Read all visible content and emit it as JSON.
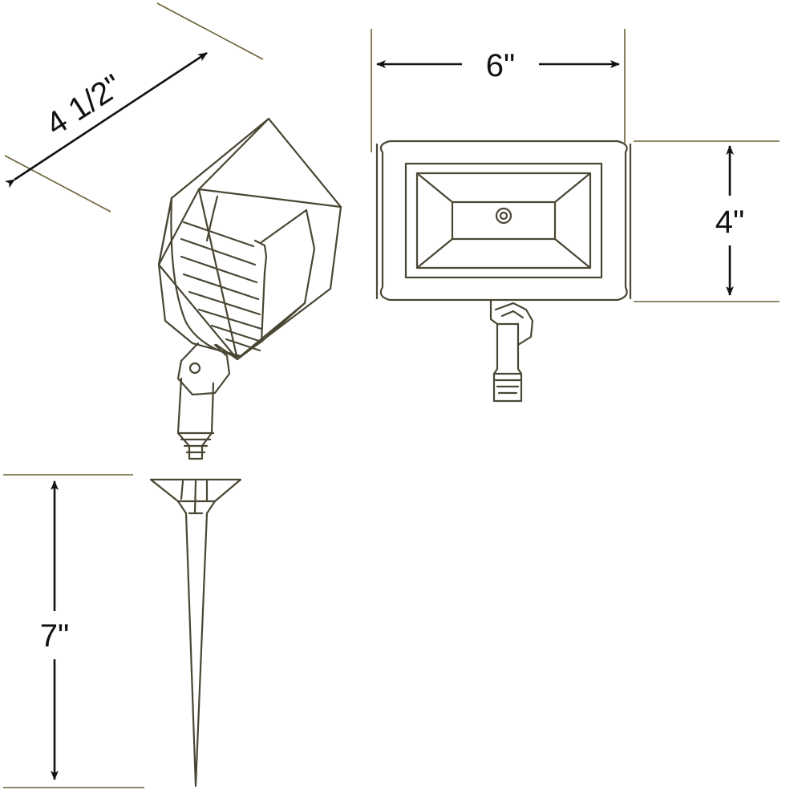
{
  "drawing": {
    "title": "Landscape flood light dimension drawing",
    "background_color": "#ffffff",
    "line_color": "#4a4634",
    "dimension_line_color": "#6b6138",
    "arrow_color": "#111111",
    "text_color": "#111111"
  },
  "dimensions": {
    "diagonal_length": "4 1/2\"",
    "width": "6\"",
    "height": "4\"",
    "stake_length": "7\""
  },
  "views": {
    "side": {
      "label": "side-view-fixture",
      "parts": [
        "shroud",
        "louvered-lens",
        "knuckle-joint",
        "threaded-stem",
        "ground-stake"
      ]
    },
    "front": {
      "label": "front-view-fixture",
      "parts": [
        "housing-frame",
        "lens-bezel",
        "lens",
        "center-screw",
        "stem",
        "threaded-end"
      ]
    }
  }
}
